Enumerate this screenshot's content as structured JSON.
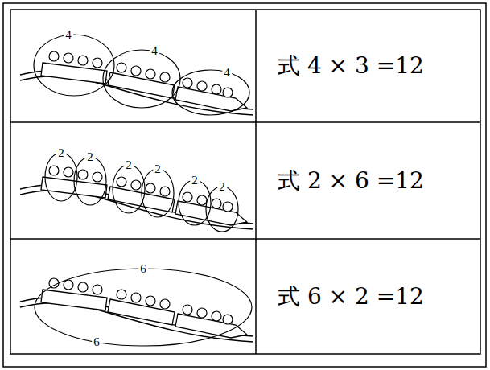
{
  "diagram": {
    "labels": [
      "4",
      "4",
      "4",
      "式 4 × 3 =12",
      "2",
      "2",
      "2",
      "2",
      "2",
      "2",
      "式 2 × 6 =12",
      "6",
      "6",
      "式 6 × 2 =12"
    ]
  }
}
